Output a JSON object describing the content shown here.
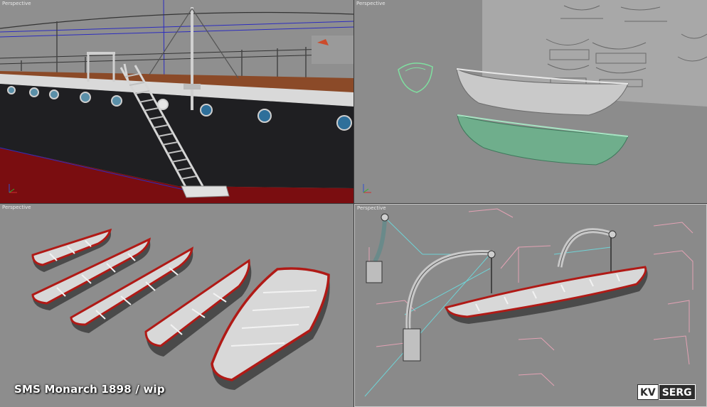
{
  "viewports": {
    "top_left": {
      "label": "Perspective"
    },
    "top_right": {
      "label": "Perspective"
    },
    "bottom_left": {
      "label": "Perspective"
    },
    "bottom_right": {
      "label": "Perspective"
    }
  },
  "caption": "SMS Monarch 1898 / wip",
  "logo": {
    "left": "KV",
    "right": "SERG"
  },
  "colors": {
    "hull_dark": "#1e1e20",
    "hull_red": "#7a0d10",
    "deck_wood": "#8b4a28",
    "boat_gunwale_red": "#b01a16",
    "boat_interior": "#d8d8d8",
    "green_hull": "#6fae8c",
    "selection_cyan": "#6fd3d6",
    "wire_pink": "#e3a2b4",
    "wire_blue": "#2c2cbf"
  }
}
